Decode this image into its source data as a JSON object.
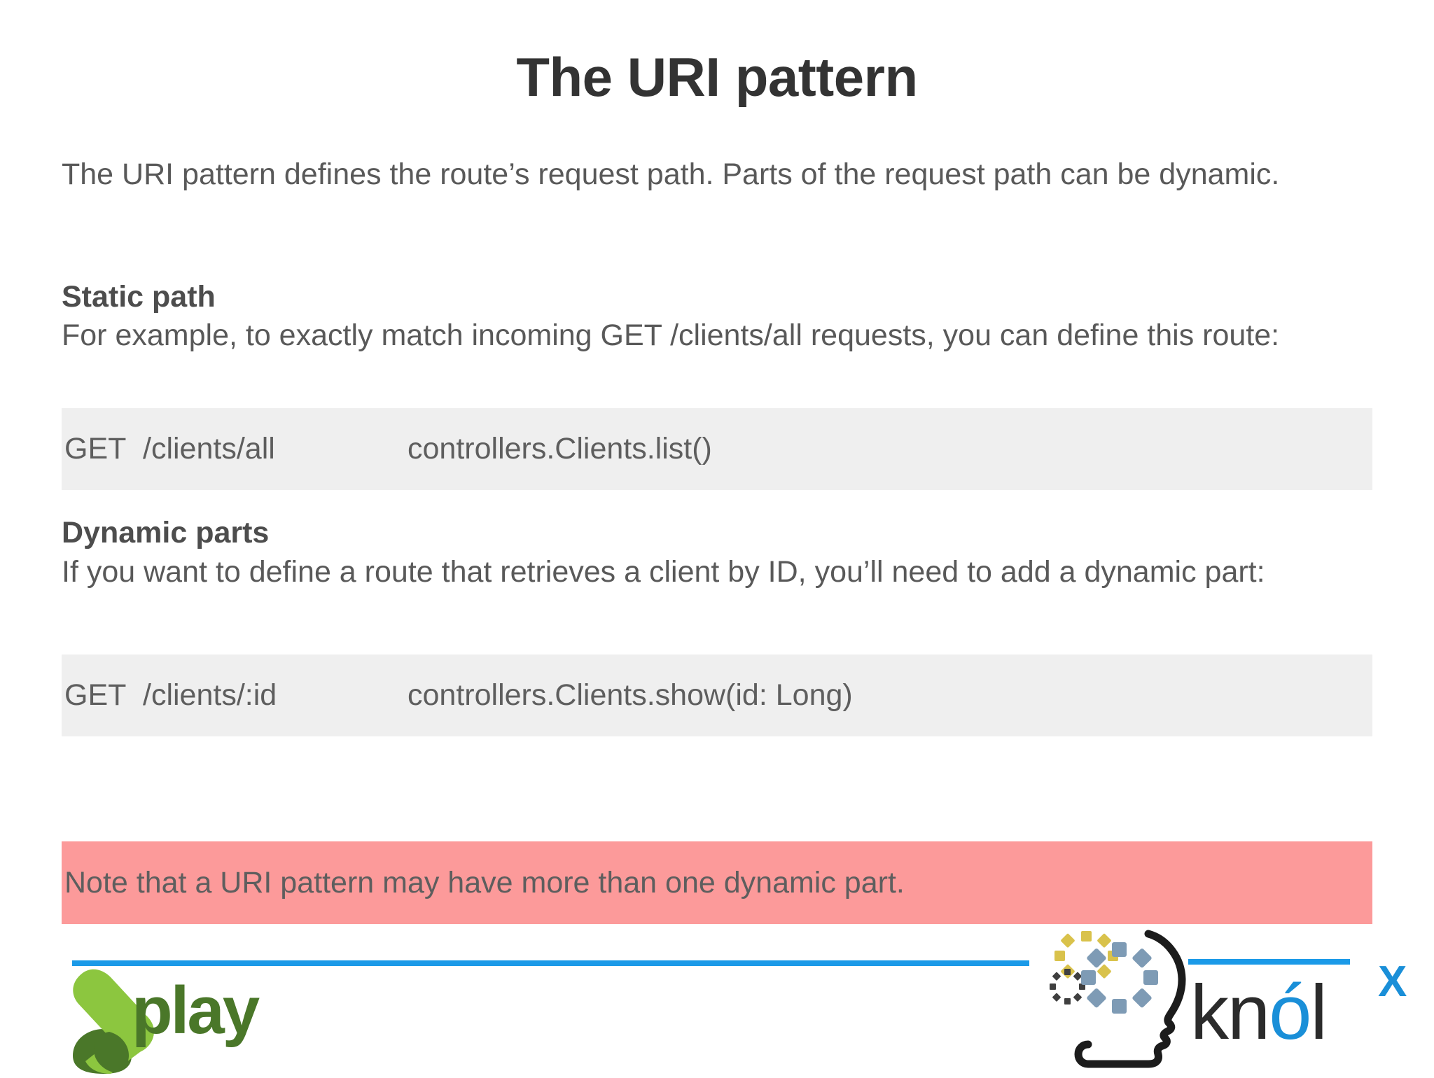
{
  "slide": {
    "title": "The URI pattern",
    "intro": "The URI pattern defines the route’s request path. Parts of the request path can be dynamic.",
    "sections": [
      {
        "heading": "Static path",
        "paragraph": "For example, to exactly match incoming GET /clients/all requests, you can define this route:",
        "code": {
          "verb": "GET",
          "path": "/clients/all",
          "action": "controllers.Clients.list()"
        }
      },
      {
        "heading": "Dynamic parts",
        "paragraph": "If you want to define a route that retrieves a client by ID, you’ll need to add a dynamic part:",
        "code": {
          "verb": "GET",
          "path": "/clients/:id",
          "action": "controllers.Clients.show(id: Long)"
        }
      }
    ],
    "note": "Note that a URI pattern may have more than one dynamic part."
  },
  "footer": {
    "play_logo": {
      "wordmark": "play",
      "chevron_icon": "play-chevron-icon",
      "color_light": "#8CC63F",
      "color_dark": "#4A7729"
    },
    "knolx_logo": {
      "text_kn": "kn",
      "text_o": "ó",
      "text_l": "l",
      "superscript": "X",
      "head_icon": "knolx-head-icon",
      "color_blue": "#1A8FD8",
      "color_dark": "#2B2B2B",
      "gear_yellow": "#D9C24B",
      "gear_blue_gray": "#7E9BB5",
      "gear_dark": "#3F3F3F"
    },
    "rule_color": "#1B9AE8"
  },
  "theme": {
    "background": "#FFFFFF",
    "title_color": "#333333",
    "body_color": "#595959",
    "heading_color": "#4D4D4D",
    "code_background": "#EFEFEF",
    "code_text": "#5E5E5E",
    "note_background": "#FC9A9A",
    "note_text": "#5E5E5E"
  }
}
